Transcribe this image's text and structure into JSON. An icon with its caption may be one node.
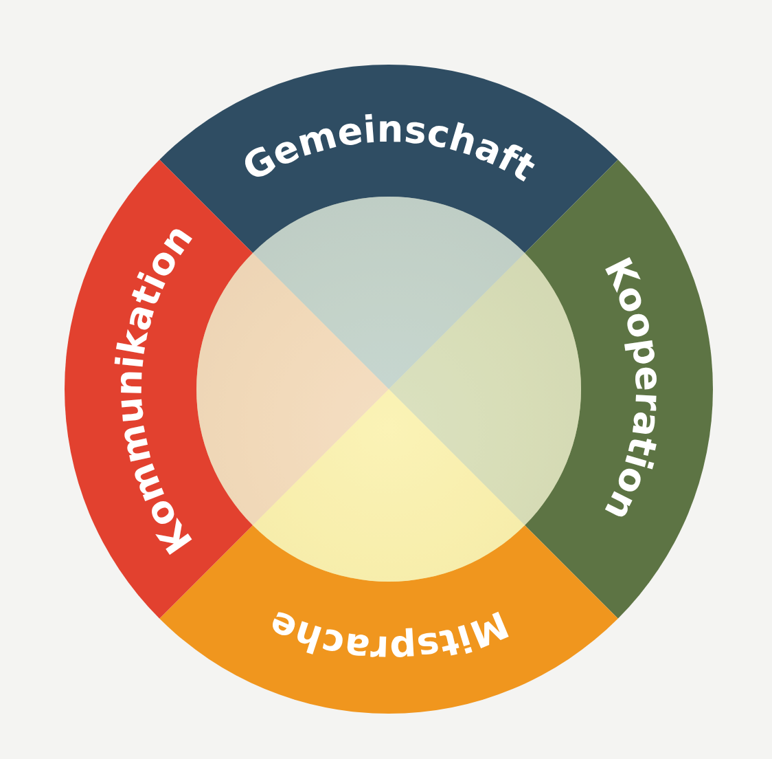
{
  "diagram": {
    "nodes": [
      {
        "text": [
          "Gemeinschaft"
        ]
      },
      {
        "text": [
          "Kooperation"
        ]
      },
      {
        "text": [
          "Mitsprache"
        ]
      },
      {
        "text": [
          "Kommunikation"
        ]
      }
    ]
  }
}
